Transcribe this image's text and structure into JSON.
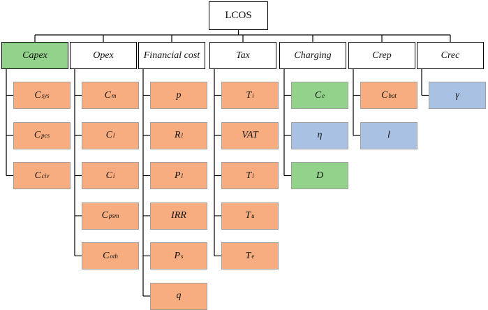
{
  "colors": {
    "orange": "#f7ad80",
    "green": "#92d28a",
    "blue": "#a9c1e3",
    "white": "#ffffff"
  },
  "root": {
    "label": "LCOS"
  },
  "categories": [
    {
      "id": "capex",
      "label": "Capex",
      "color": "green",
      "children": [
        {
          "main": "C",
          "sub": "sys",
          "color": "orange"
        },
        {
          "main": "C",
          "sub": "pcs",
          "color": "orange"
        },
        {
          "main": "C",
          "sub": "civ",
          "color": "orange"
        }
      ]
    },
    {
      "id": "opex",
      "label": "Opex",
      "color": "white",
      "children": [
        {
          "main": "C",
          "sub": "m",
          "color": "orange"
        },
        {
          "main": "C",
          "sub": "l",
          "color": "orange"
        },
        {
          "main": "C",
          "sub": "i",
          "color": "orange"
        },
        {
          "main": "C",
          "sub": "psm",
          "color": "orange"
        },
        {
          "main": "C",
          "sub": "oth",
          "color": "orange"
        }
      ]
    },
    {
      "id": "financial-cost",
      "label": "Financial cost",
      "color": "white",
      "children": [
        {
          "main": "p",
          "sub": "",
          "color": "orange"
        },
        {
          "main": "R",
          "sub": "l",
          "color": "orange"
        },
        {
          "main": "P",
          "sub": "l",
          "color": "orange"
        },
        {
          "main": "IRR",
          "sub": "",
          "color": "orange"
        },
        {
          "main": "P",
          "sub": "s",
          "color": "orange"
        },
        {
          "main": "q",
          "sub": "",
          "color": "orange"
        }
      ]
    },
    {
      "id": "tax",
      "label": "Tax",
      "color": "white",
      "children": [
        {
          "main": "T",
          "sub": "i",
          "color": "orange"
        },
        {
          "main": "VAT",
          "sub": "",
          "color": "orange"
        },
        {
          "main": "T",
          "sub": "l",
          "color": "orange"
        },
        {
          "main": "T",
          "sub": "u",
          "color": "orange"
        },
        {
          "main": "T",
          "sub": "e",
          "color": "orange"
        }
      ]
    },
    {
      "id": "charging",
      "label": "Charging",
      "color": "white",
      "children": [
        {
          "main": "C",
          "sub": "e",
          "color": "green"
        },
        {
          "main": "η",
          "sub": "",
          "color": "blue"
        },
        {
          "main": "D",
          "sub": "",
          "color": "green"
        }
      ]
    },
    {
      "id": "crep",
      "label": "Crep",
      "color": "white",
      "children": [
        {
          "main": "C",
          "sub": "bat",
          "color": "orange"
        },
        {
          "main": "l",
          "sub": "",
          "color": "blue"
        }
      ]
    },
    {
      "id": "crec",
      "label": "Crec",
      "color": "white",
      "children": [
        {
          "main": "γ",
          "sub": "",
          "color": "blue"
        }
      ]
    }
  ]
}
